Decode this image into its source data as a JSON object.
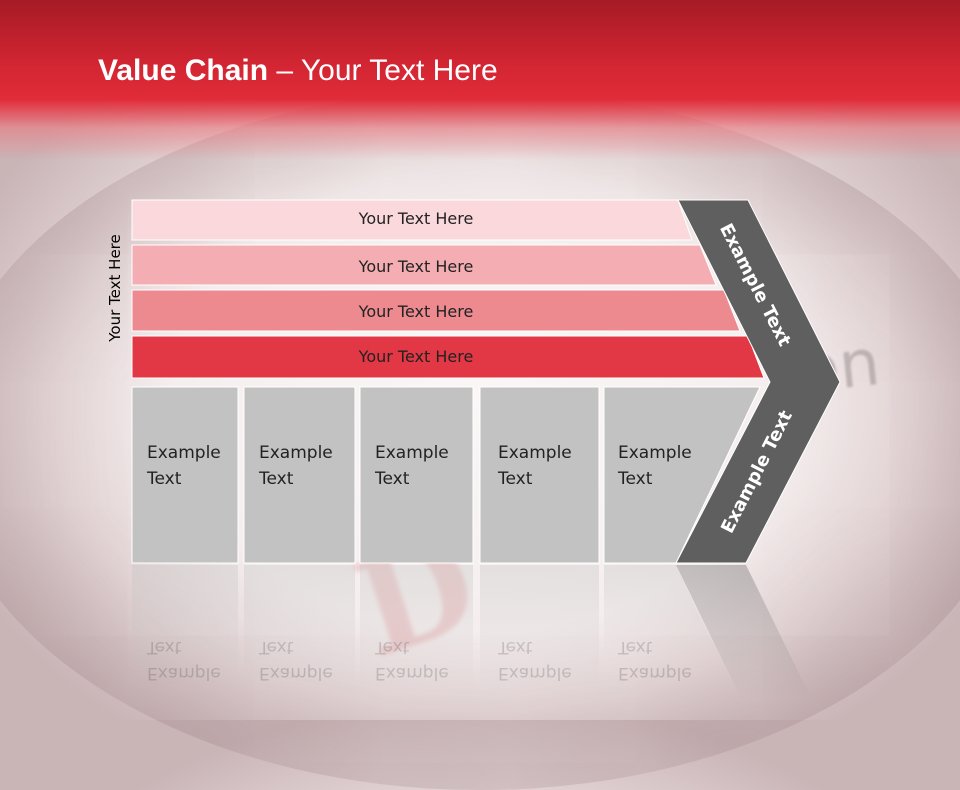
{
  "title": {
    "bold": "Value Chain",
    "rest": " – Your Text Here"
  },
  "side_label": "Your Text Here",
  "bands": [
    {
      "label": "Your Text Here",
      "color": "#fbd8dc"
    },
    {
      "label": "Your Text Here",
      "color": "#f4aeb3"
    },
    {
      "label": "Your Text Here",
      "color": "#ec8a90"
    },
    {
      "label": "Your Text Here",
      "color": "#e23845"
    }
  ],
  "activities": [
    {
      "line1": "Example",
      "line2": "Text"
    },
    {
      "line1": "Example",
      "line2": "Text"
    },
    {
      "line1": "Example",
      "line2": "Text"
    },
    {
      "line1": "Example",
      "line2": "Text"
    },
    {
      "line1": "Example",
      "line2": "Text"
    }
  ],
  "chevron": {
    "upper": "Example Text",
    "lower": "Example Text",
    "color": "#5f5f5f"
  },
  "colors": {
    "header": "#d22532",
    "box_fill": "#c2c2c2"
  }
}
